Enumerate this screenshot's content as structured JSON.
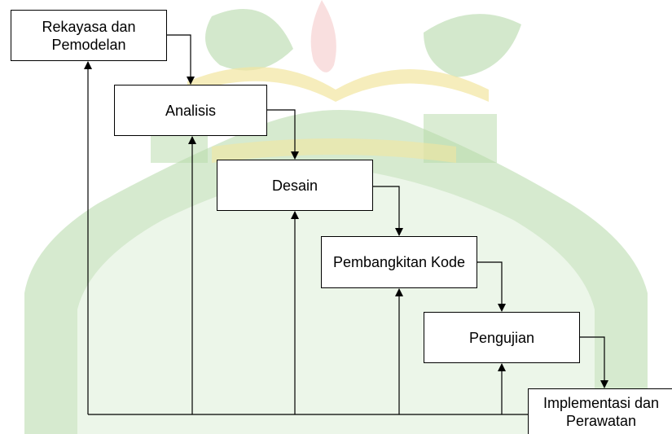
{
  "colors": {
    "line": "#000000",
    "box_fill": "#ffffff",
    "watermark_green": "#b5d9a8",
    "watermark_yellow": "#f2e6a0",
    "watermark_red": "#f4c4c4"
  },
  "phases": [
    {
      "label": "Rekayasa dan Pemodelan"
    },
    {
      "label": "Analisis"
    },
    {
      "label": "Desain"
    },
    {
      "label": "Pembangkitan Kode"
    },
    {
      "label": "Pengujian"
    },
    {
      "label": "Implementasi dan Perawatan"
    }
  ]
}
